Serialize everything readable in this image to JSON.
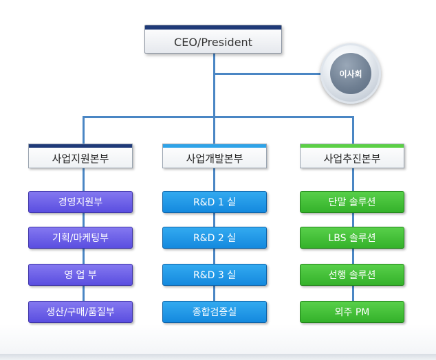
{
  "ceo": {
    "label": "CEO/President"
  },
  "board": {
    "label": "이사회"
  },
  "divisions": [
    {
      "title": "사업지원본부",
      "color": "#1f3a78",
      "depts": [
        "경영지원부",
        "기획/마케팅부",
        "영 업 부",
        "생산/구매/품질부"
      ]
    },
    {
      "title": "사업개발본부",
      "color": "#2ea3e8",
      "depts": [
        "R&D 1 실",
        "R&D 2 실",
        "R&D 3 실",
        "종합검증실"
      ]
    },
    {
      "title": "사업추진본부",
      "color": "#5bd045",
      "depts": [
        "단말 솔루션",
        "LBS 솔루션",
        "선행 솔루션",
        "외주 PM"
      ]
    }
  ]
}
